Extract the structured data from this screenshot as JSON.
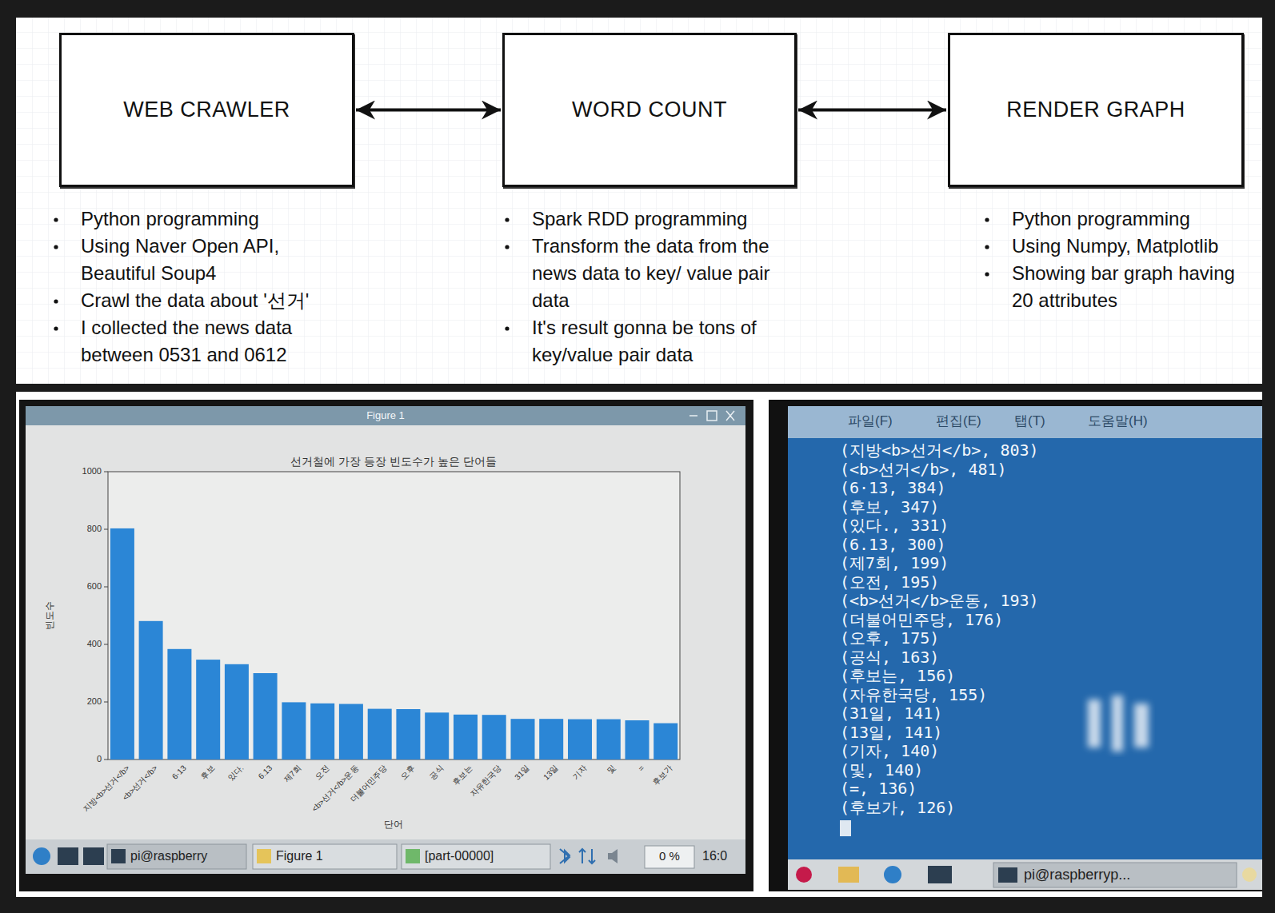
{
  "diagram": {
    "nodes": [
      {
        "text": [
          "WEB CRAWLER"
        ]
      },
      {
        "text": [
          "WORD COUNT"
        ]
      },
      {
        "text": [
          "RENDER GRAPH"
        ]
      }
    ],
    "edges": [
      {
        "from": 0,
        "to": 1,
        "arrow": "both"
      },
      {
        "from": 1,
        "to": 2,
        "arrow": "both"
      }
    ],
    "labels": [
      "Python programming",
      "Using Naver Open API, Beautiful Soup4",
      "Crawl the data about '선거'",
      "I collected the news data between 0531 and 0612",
      "Spark RDD programming",
      "Transform the data from the news data to key/ value pair data",
      "It's result gonna be tons of key/value pair data",
      "Python programming",
      "Using Numpy, Matplotlib",
      "Showing bar graph having 20 attributes",
      "Figure 1",
      "선거철에 가장 등장 빈도수가 높은 단어들",
      "빈도수",
      "0",
      "200",
      "400",
      "600",
      "800",
      "1000",
      "지방<b>선거</b>",
      "<b>선거</b>",
      "6·13",
      "후보",
      "있다.",
      "6.13",
      "제7회",
      "오전",
      "<b>선거</b>운동",
      "더불어민주당",
      "오후",
      "공식",
      "후보는",
      "자유한국당",
      "31일",
      "13일",
      "기자",
      "및",
      "=",
      "후보가",
      "단어",
      "pi@raspberry",
      "Figure 1",
      "[part-00000]",
      "0 %",
      "16:0",
      "파일(F)",
      "편집(E)",
      "탭(T)",
      "도움말(H)",
      "(지방<b>선거</b>, 803)",
      "(<b>선거</b>, 481)",
      "(6·13, 384)",
      "(후보, 347)",
      "(있다., 331)",
      "(6.13, 300)",
      "(제7회, 199)",
      "(오전, 195)",
      "(<b>선거</b>운동, 193)",
      "(더불어민주당, 176)",
      "(오후, 175)",
      "(공식, 163)",
      "(후보는, 156)",
      "(자유한국당, 155)",
      "(31일, 141)",
      "(13일, 141)",
      "(기자, 140)",
      "(및, 140)",
      "(=, 136)",
      "(후보가, 126)",
      "pi@raspberryp..."
    ]
  }
}
